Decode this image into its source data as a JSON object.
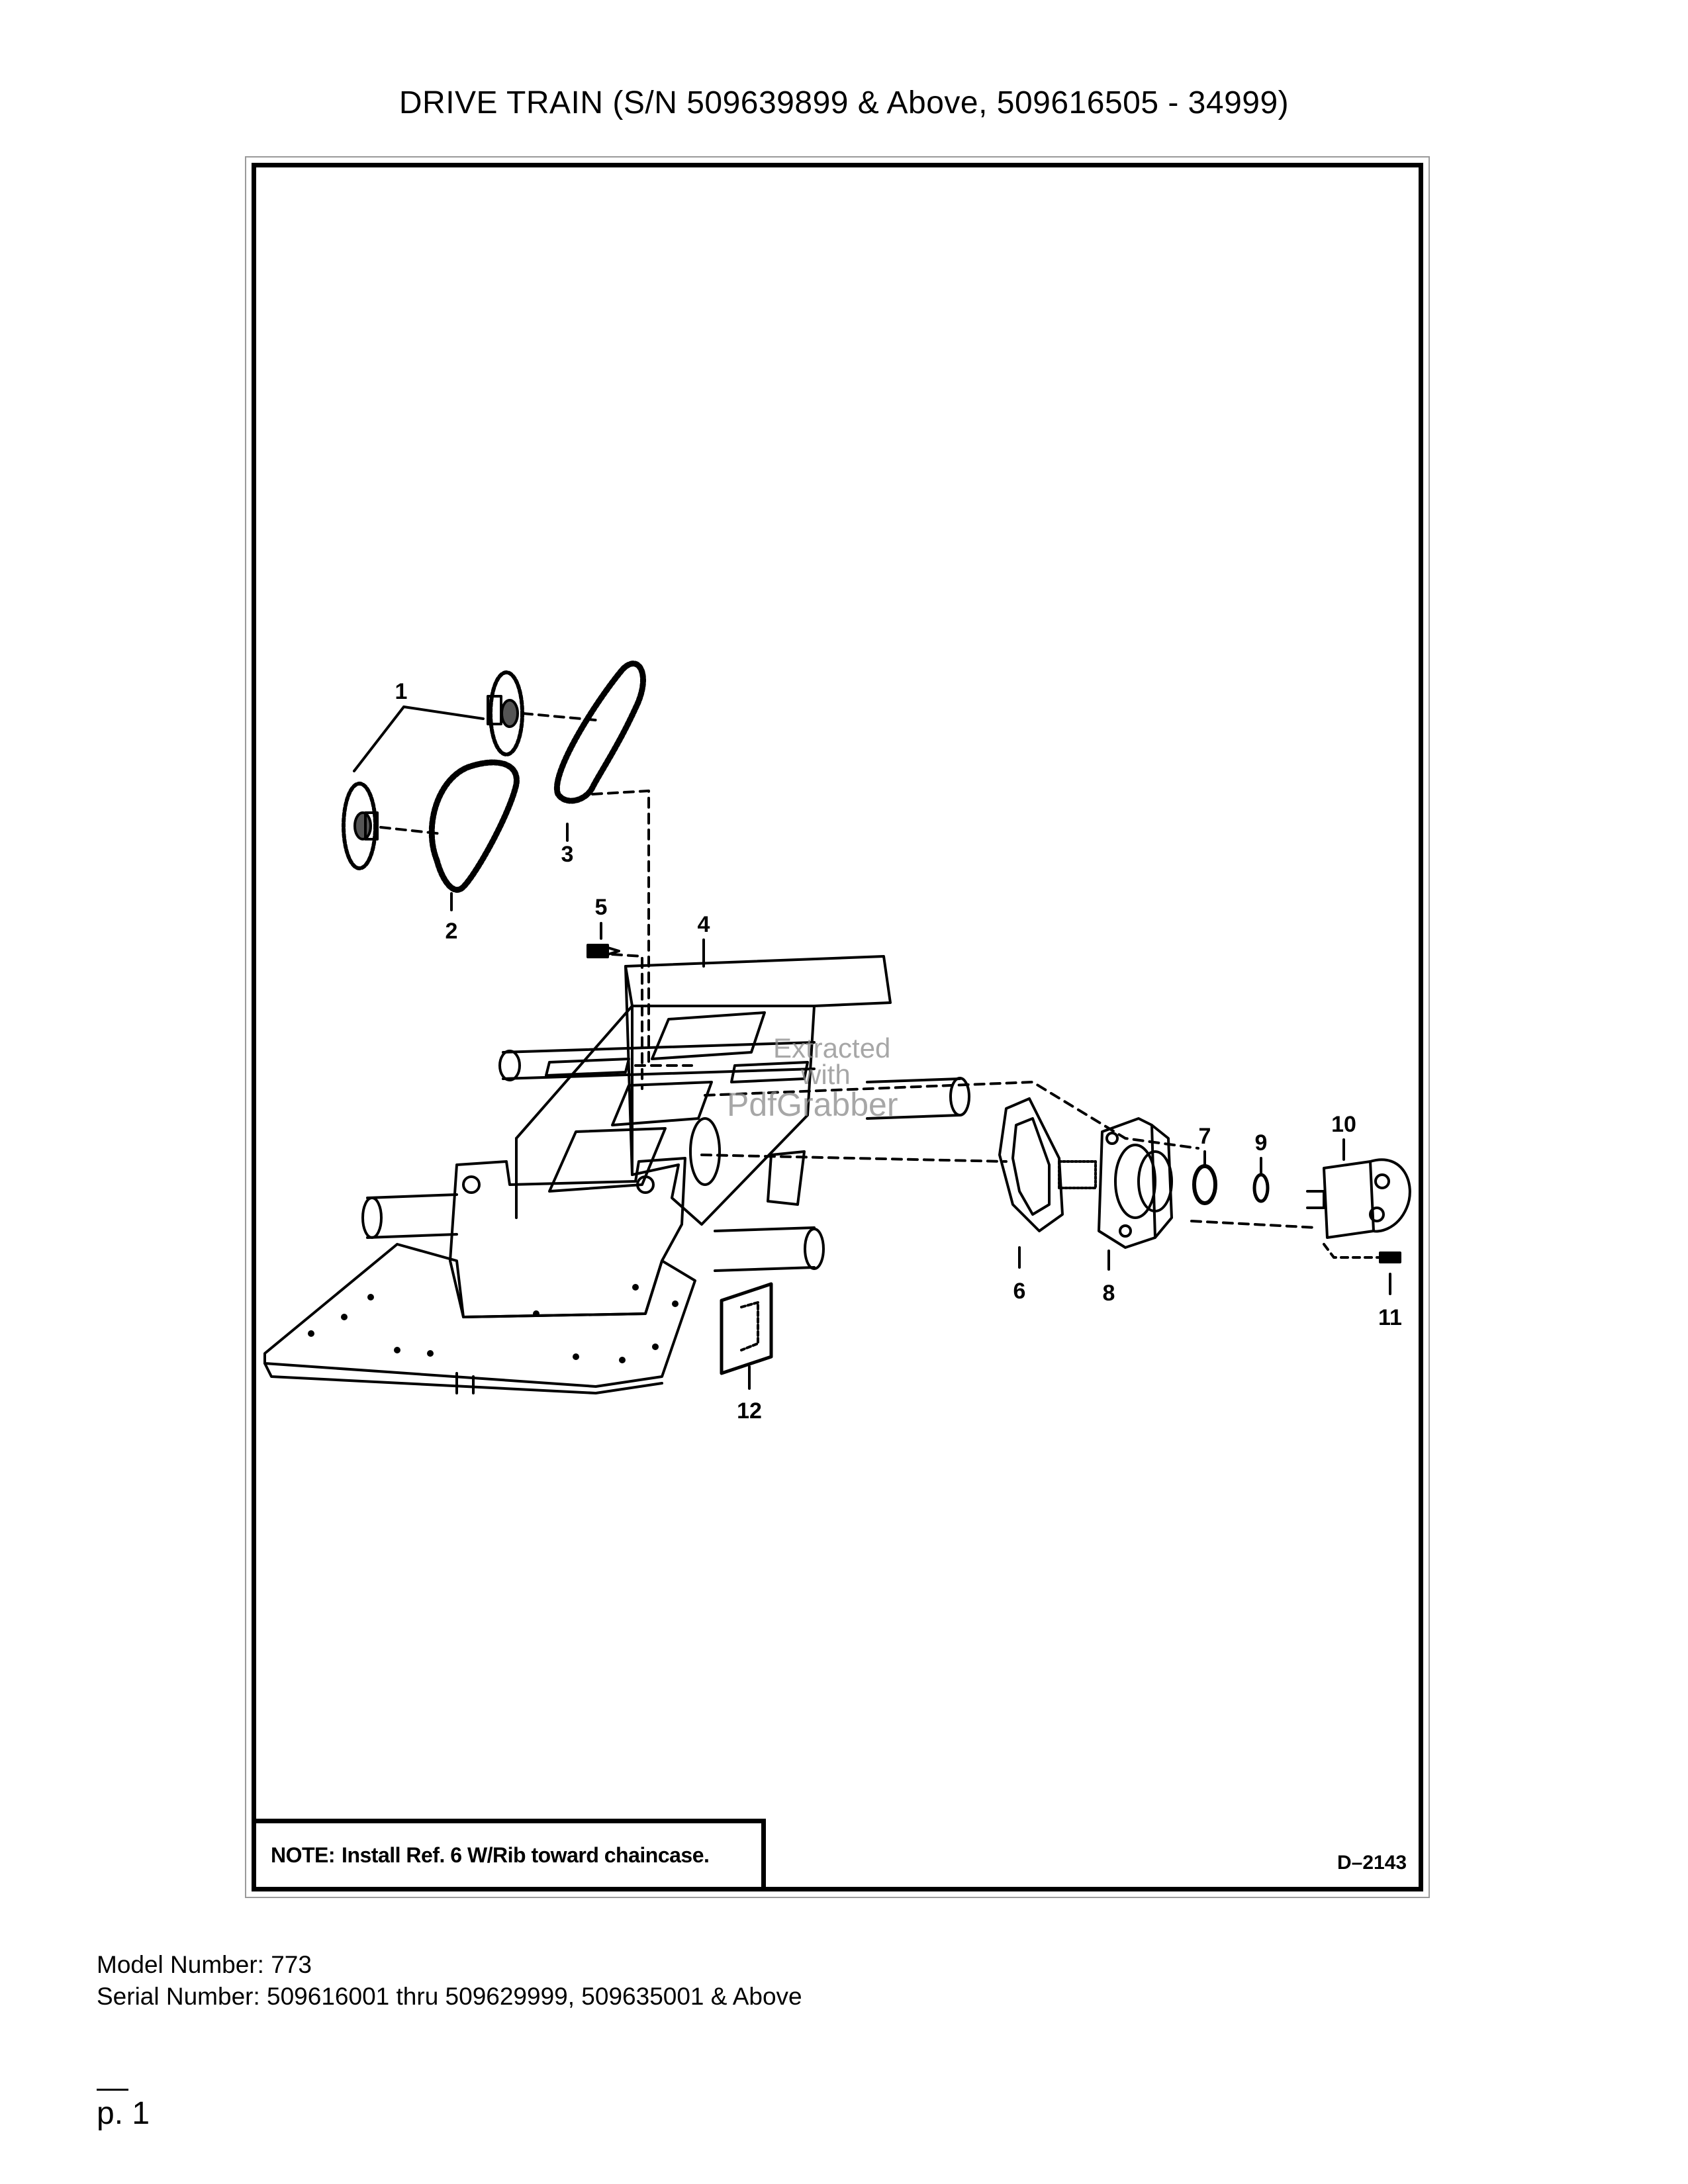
{
  "title": "DRIVE TRAIN (S/N 509639899 & Above, 509616505 - 34999)",
  "note": {
    "label": "NOTE:",
    "text": "Install Ref. 6 W/Rib toward chaincase."
  },
  "figure_id": "D–2143",
  "callouts": [
    "1",
    "2",
    "3",
    "4",
    "5",
    "6",
    "7",
    "8",
    "9",
    "10",
    "11",
    "12"
  ],
  "watermark": {
    "line1": "Extracted",
    "line2": "with",
    "line3": "PdfGrabber"
  },
  "model_number": "Model Number: 773",
  "serial_number": "Serial Number: 509616001 thru 509629999, 509635001 & Above",
  "page_number": "p. 1"
}
